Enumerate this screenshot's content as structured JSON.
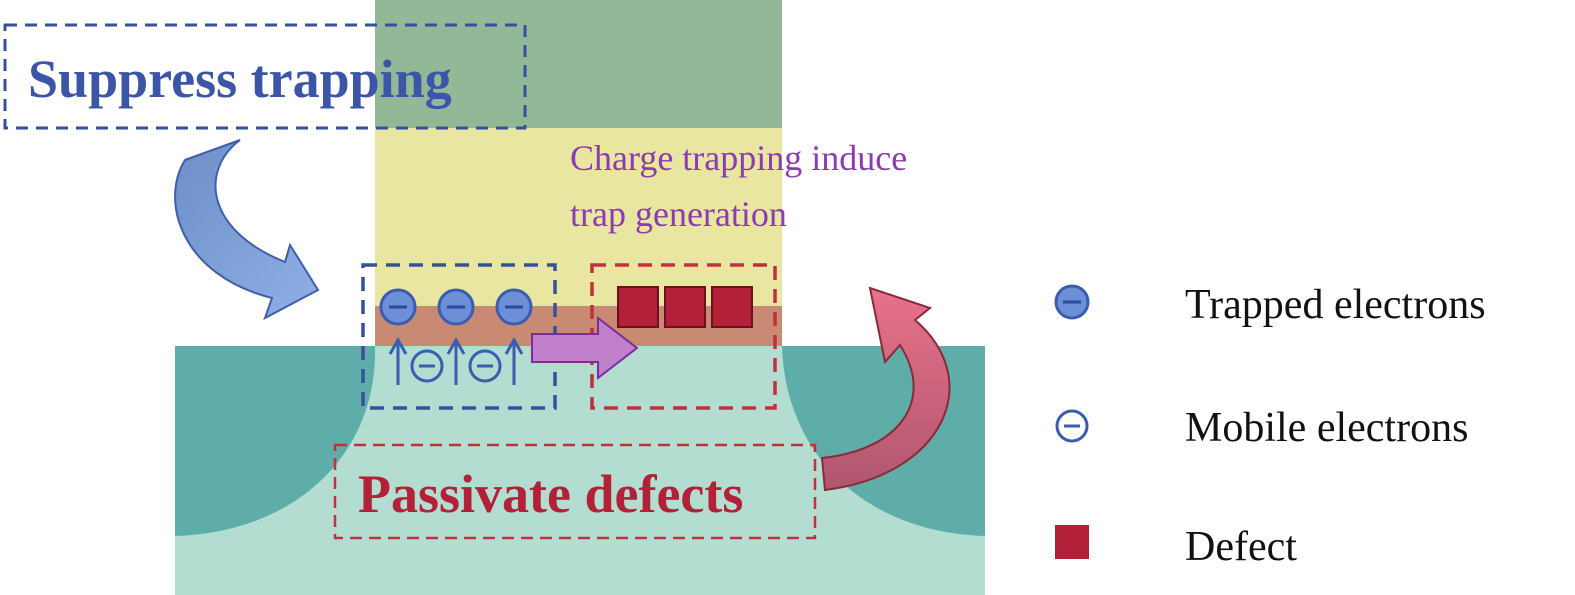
{
  "labels": {
    "suppress": "Suppress trapping",
    "passivate": "Passivate defects",
    "charge_line1": "Charge trapping induce",
    "charge_line2": "trap generation"
  },
  "legend": [
    {
      "icon": "trapped-electron-icon",
      "label": "Trapped electrons"
    },
    {
      "icon": "mobile-electron-icon",
      "label": "Mobile electrons"
    },
    {
      "icon": "defect-square-icon",
      "label": "Defect"
    }
  ],
  "colors": {
    "gate": "#93b898",
    "oxide": "#e8e6a0",
    "interface": "#c98a74",
    "substrate": "#b2ddd0",
    "source_drain": "#5fada8",
    "blue": "#34509e",
    "red": "#b22138",
    "purple": "#8a3cb0",
    "pink_arrow": "#d9687f"
  }
}
